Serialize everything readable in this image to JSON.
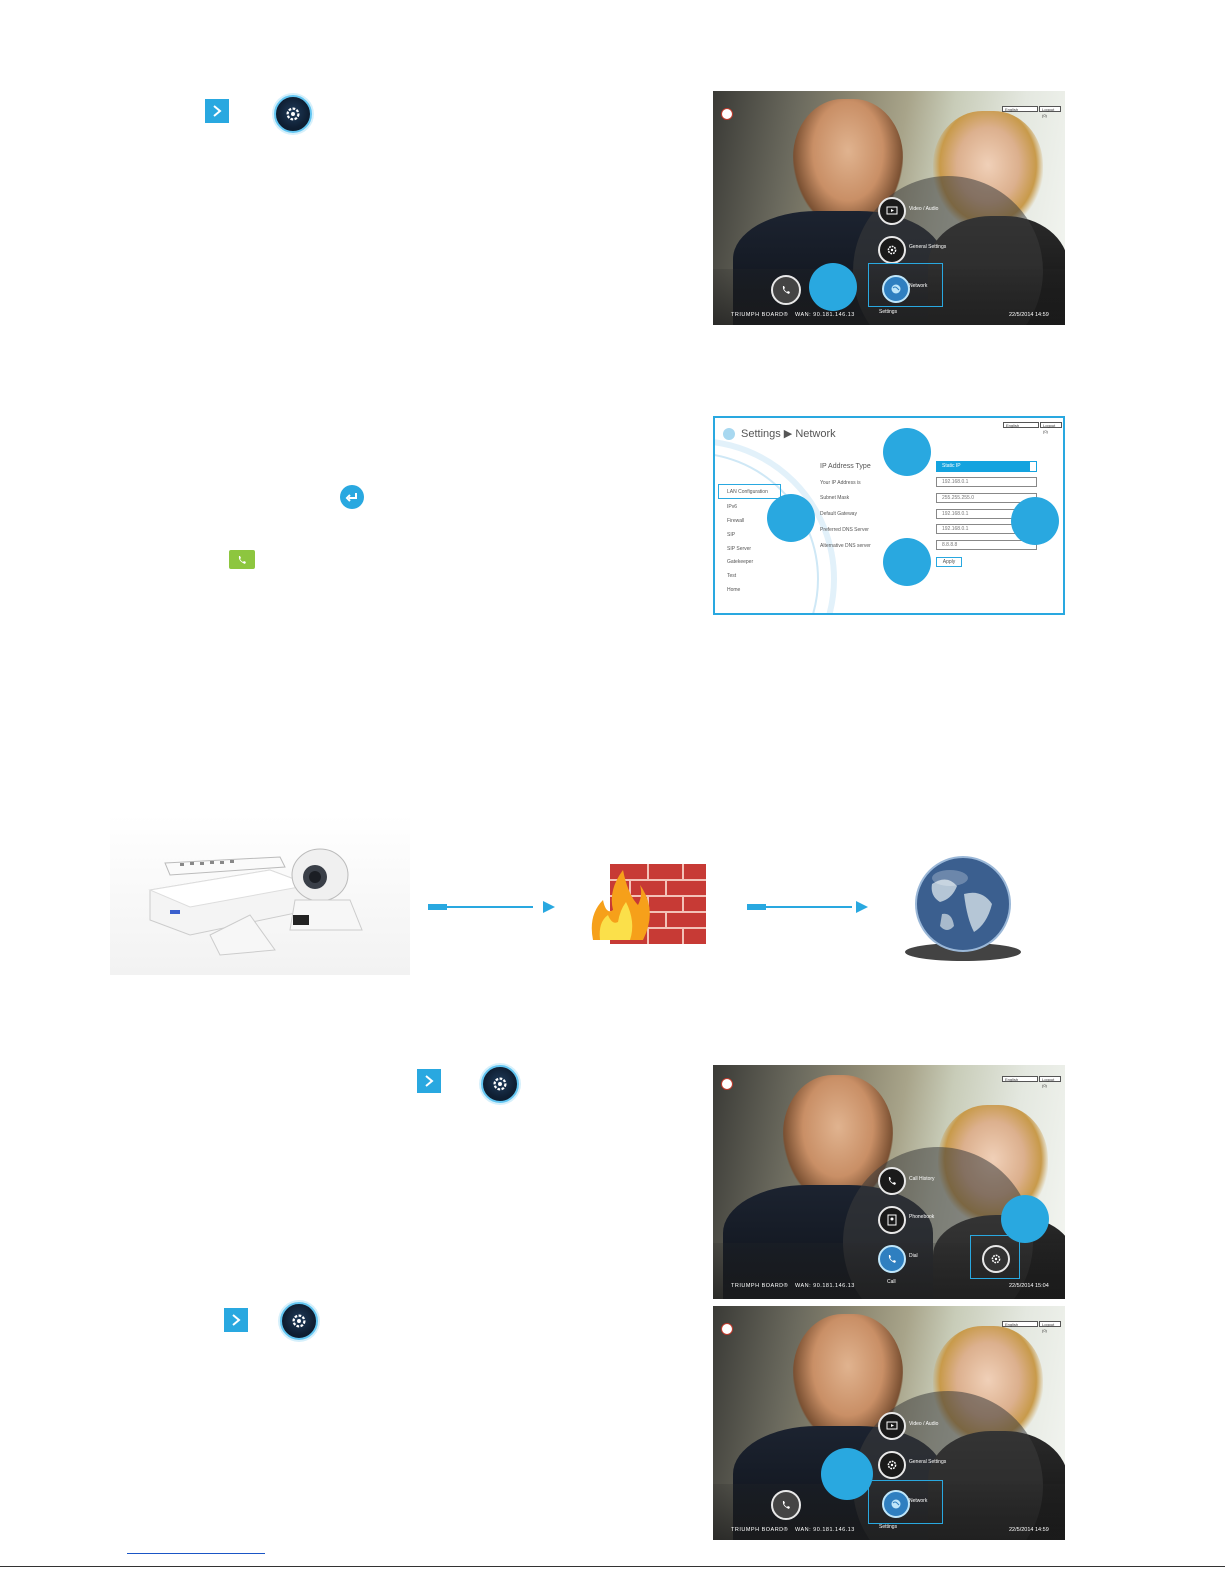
{
  "shot1": {
    "menu": [
      "Video / Audio",
      "General Settings",
      "Network"
    ],
    "category": "Settings",
    "brand": "TRIUMPH BOARD®",
    "wan": "WAN: 90.181.146.13",
    "datetime": "22/5/2014 14:59",
    "lang": "English",
    "logout": "Logout (0)"
  },
  "net": {
    "title": "Settings ▶ Network",
    "lang": "English",
    "logout": "Logout (0)",
    "nav": [
      "LAN Configuration",
      "IPv6",
      "Firewall",
      "SIP",
      "SIP Server",
      "Gatekeeper",
      "Test",
      "Home"
    ],
    "ip_type_label": "IP Address Type",
    "ip_type_value": "Static IP",
    "fields": [
      {
        "label": "Your IP Address is",
        "value": "192.168.0.1"
      },
      {
        "label": "Subnet Mask",
        "value": "255.255.255.0"
      },
      {
        "label": "Default Gateway",
        "value": "192.168.0.1"
      },
      {
        "label": "Preferred DNS Server",
        "value": "192.168.0.1"
      },
      {
        "label": "Alternative DNS server",
        "value": "8.8.8.8"
      }
    ],
    "apply": "Apply"
  },
  "shot3": {
    "menu": [
      "Call History",
      "Phonebook",
      "Dial"
    ],
    "category": "Call",
    "brand": "TRIUMPH BOARD®",
    "wan": "WAN: 90.181.146.13",
    "datetime": "22/5/2014 15:04",
    "lang": "English",
    "logout": "Logout (0)"
  },
  "shot4": {
    "menu": [
      "Video / Audio",
      "General Settings",
      "Network"
    ],
    "category": "Settings",
    "brand": "TRIUMPH BOARD®",
    "wan": "WAN: 90.181.146.13",
    "datetime": "22/5/2014 14:59",
    "lang": "English",
    "logout": "Logout (0)"
  },
  "colors": {
    "accent": "#29a8e0",
    "call_green": "#8dc63f"
  },
  "icons": [
    "chevron-right-icon",
    "gear-icon",
    "enter-icon",
    "phone-icon",
    "firewall-icon",
    "globe-icon"
  ]
}
